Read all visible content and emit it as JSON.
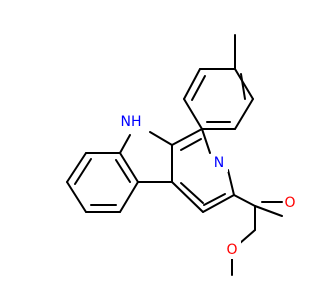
{
  "atoms": {
    "nh": {
      "text": "NH",
      "color": "#0000ff"
    },
    "n": {
      "text": "N",
      "color": "#0000ff"
    },
    "o_carbonyl": {
      "text": "O",
      "color": "#ff0000"
    },
    "o_ester": {
      "text": "O",
      "color": "#ff0000"
    }
  }
}
